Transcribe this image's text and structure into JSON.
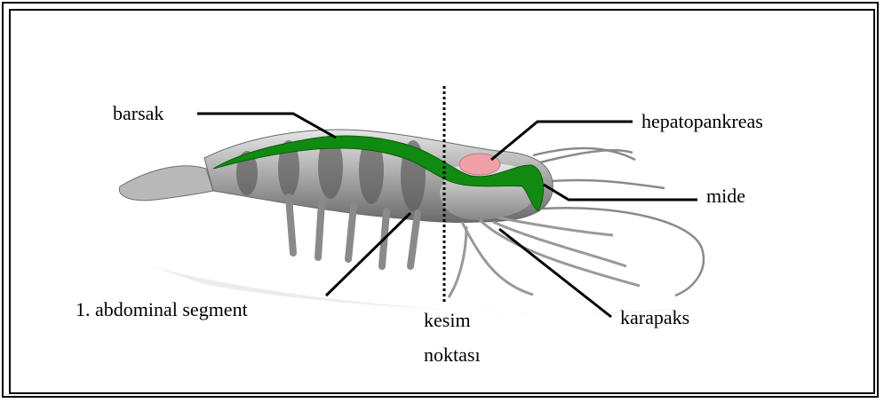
{
  "labels": {
    "barsak": "barsak",
    "hepatopankreas": "hepatopankreas",
    "mide": "mide",
    "abdominal_segment": "1. abdominal segment",
    "kesim_line1": "kesim",
    "kesim_line2": "noktası",
    "karapaks": "karapaks"
  },
  "colors": {
    "intestine": "#108a10",
    "hepatopancreas": "#f0a0a8",
    "line": "#000000"
  }
}
